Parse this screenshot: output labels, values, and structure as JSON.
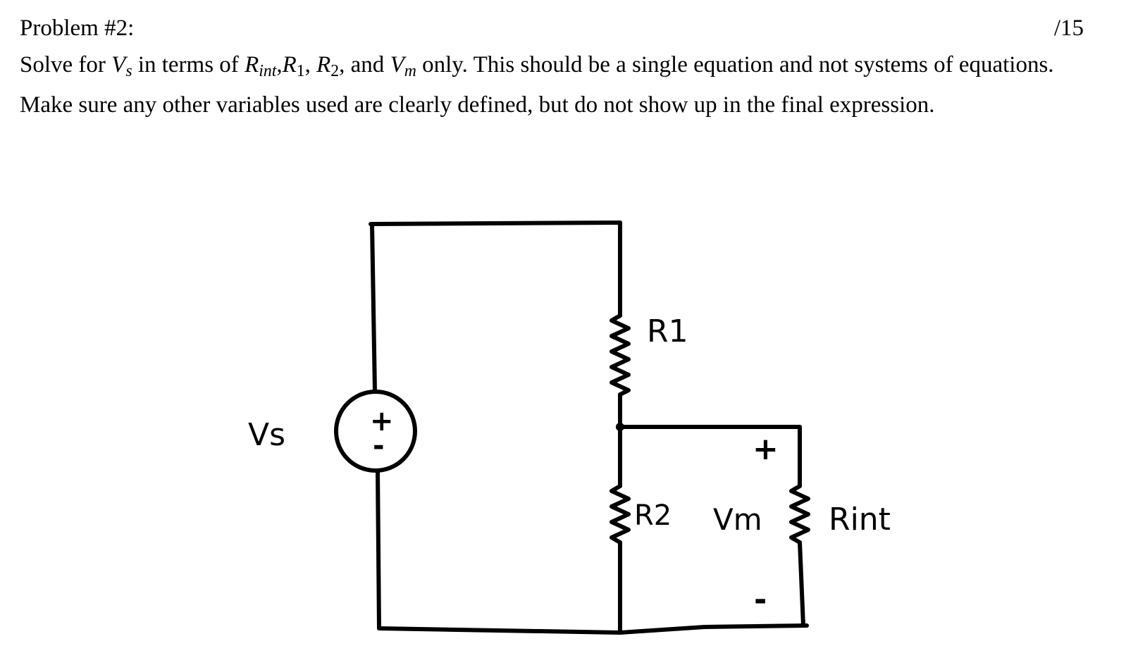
{
  "header": {
    "title": "Problem #2:",
    "score": "/15"
  },
  "problem": {
    "t1": "Solve for ",
    "vs_base": "V",
    "vs_sub": "s",
    "t2": " in terms of ",
    "rint_base": "R",
    "rint_sub": "int",
    "comma1": ",",
    "r1_base": "R",
    "r1_sub": "1",
    "comma2": ", ",
    "r2_base": "R",
    "r2_sub": "2",
    "t3": ", and ",
    "vm_base": "V",
    "vm_sub": "m",
    "t4": " only. This should be a single equation and not systems of equations. Make sure any other variables used are clearly defined, but do not show up in the final expression."
  },
  "circuit": {
    "vs_label": "Vs",
    "source_plus": "+",
    "source_minus": "-",
    "r1_label": "R1",
    "r2_label": "R2",
    "vm_label": "Vm",
    "vm_plus": "+",
    "vm_minus": "-",
    "rint_label": "Rint"
  }
}
